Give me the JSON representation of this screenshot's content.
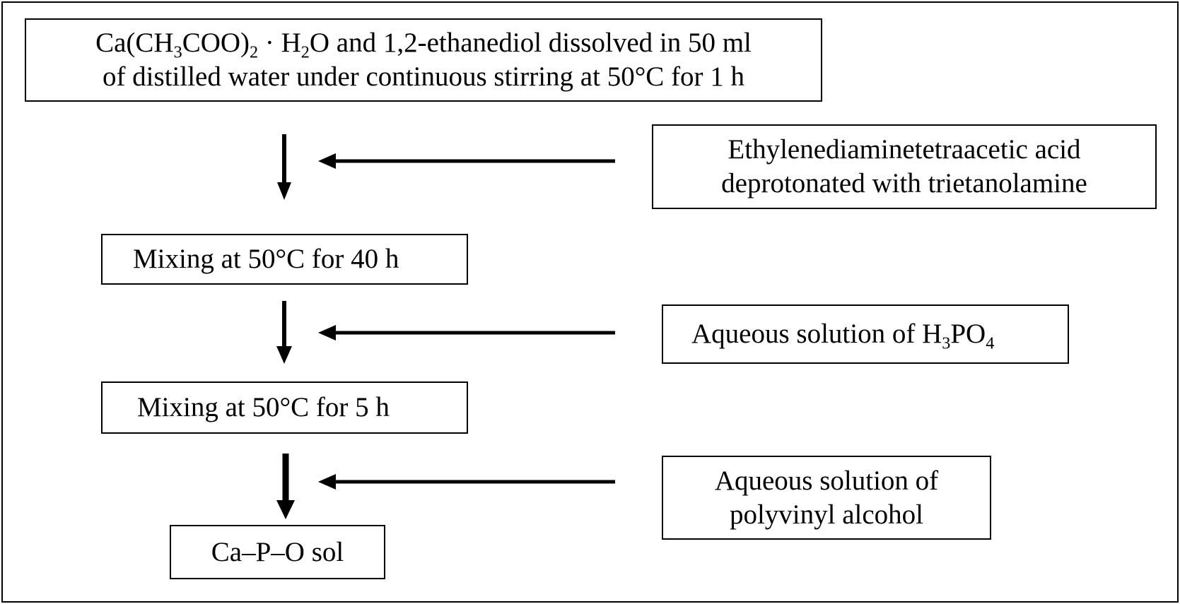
{
  "boxes": {
    "start": {
      "line1_a": "Ca(CH",
      "line1_sub1": "3",
      "line1_b": "COO)",
      "line1_sub2": "2",
      "line1_c": " · H",
      "line1_sub3": "2",
      "line1_d": "O and 1,2-ethanediol dissolved in 50 ml",
      "line2": "of distilled water under continuous stirring at 50°C for 1 h"
    },
    "edta": {
      "line1": "Ethylenediaminetetraacetic acid",
      "line2": "deprotonated with trietanolamine"
    },
    "mix40": "Mixing at 50°C for 40 h",
    "h3po4": {
      "text_a": "Aqueous solution of H",
      "sub1": "3",
      "text_b": "PO",
      "sub2": "4"
    },
    "mix5": "Mixing at 50°C for 5 h",
    "pva": {
      "line1": "Aqueous solution of",
      "line2": "polyvinyl alcohol"
    },
    "sol": "Ca–P–O sol"
  }
}
